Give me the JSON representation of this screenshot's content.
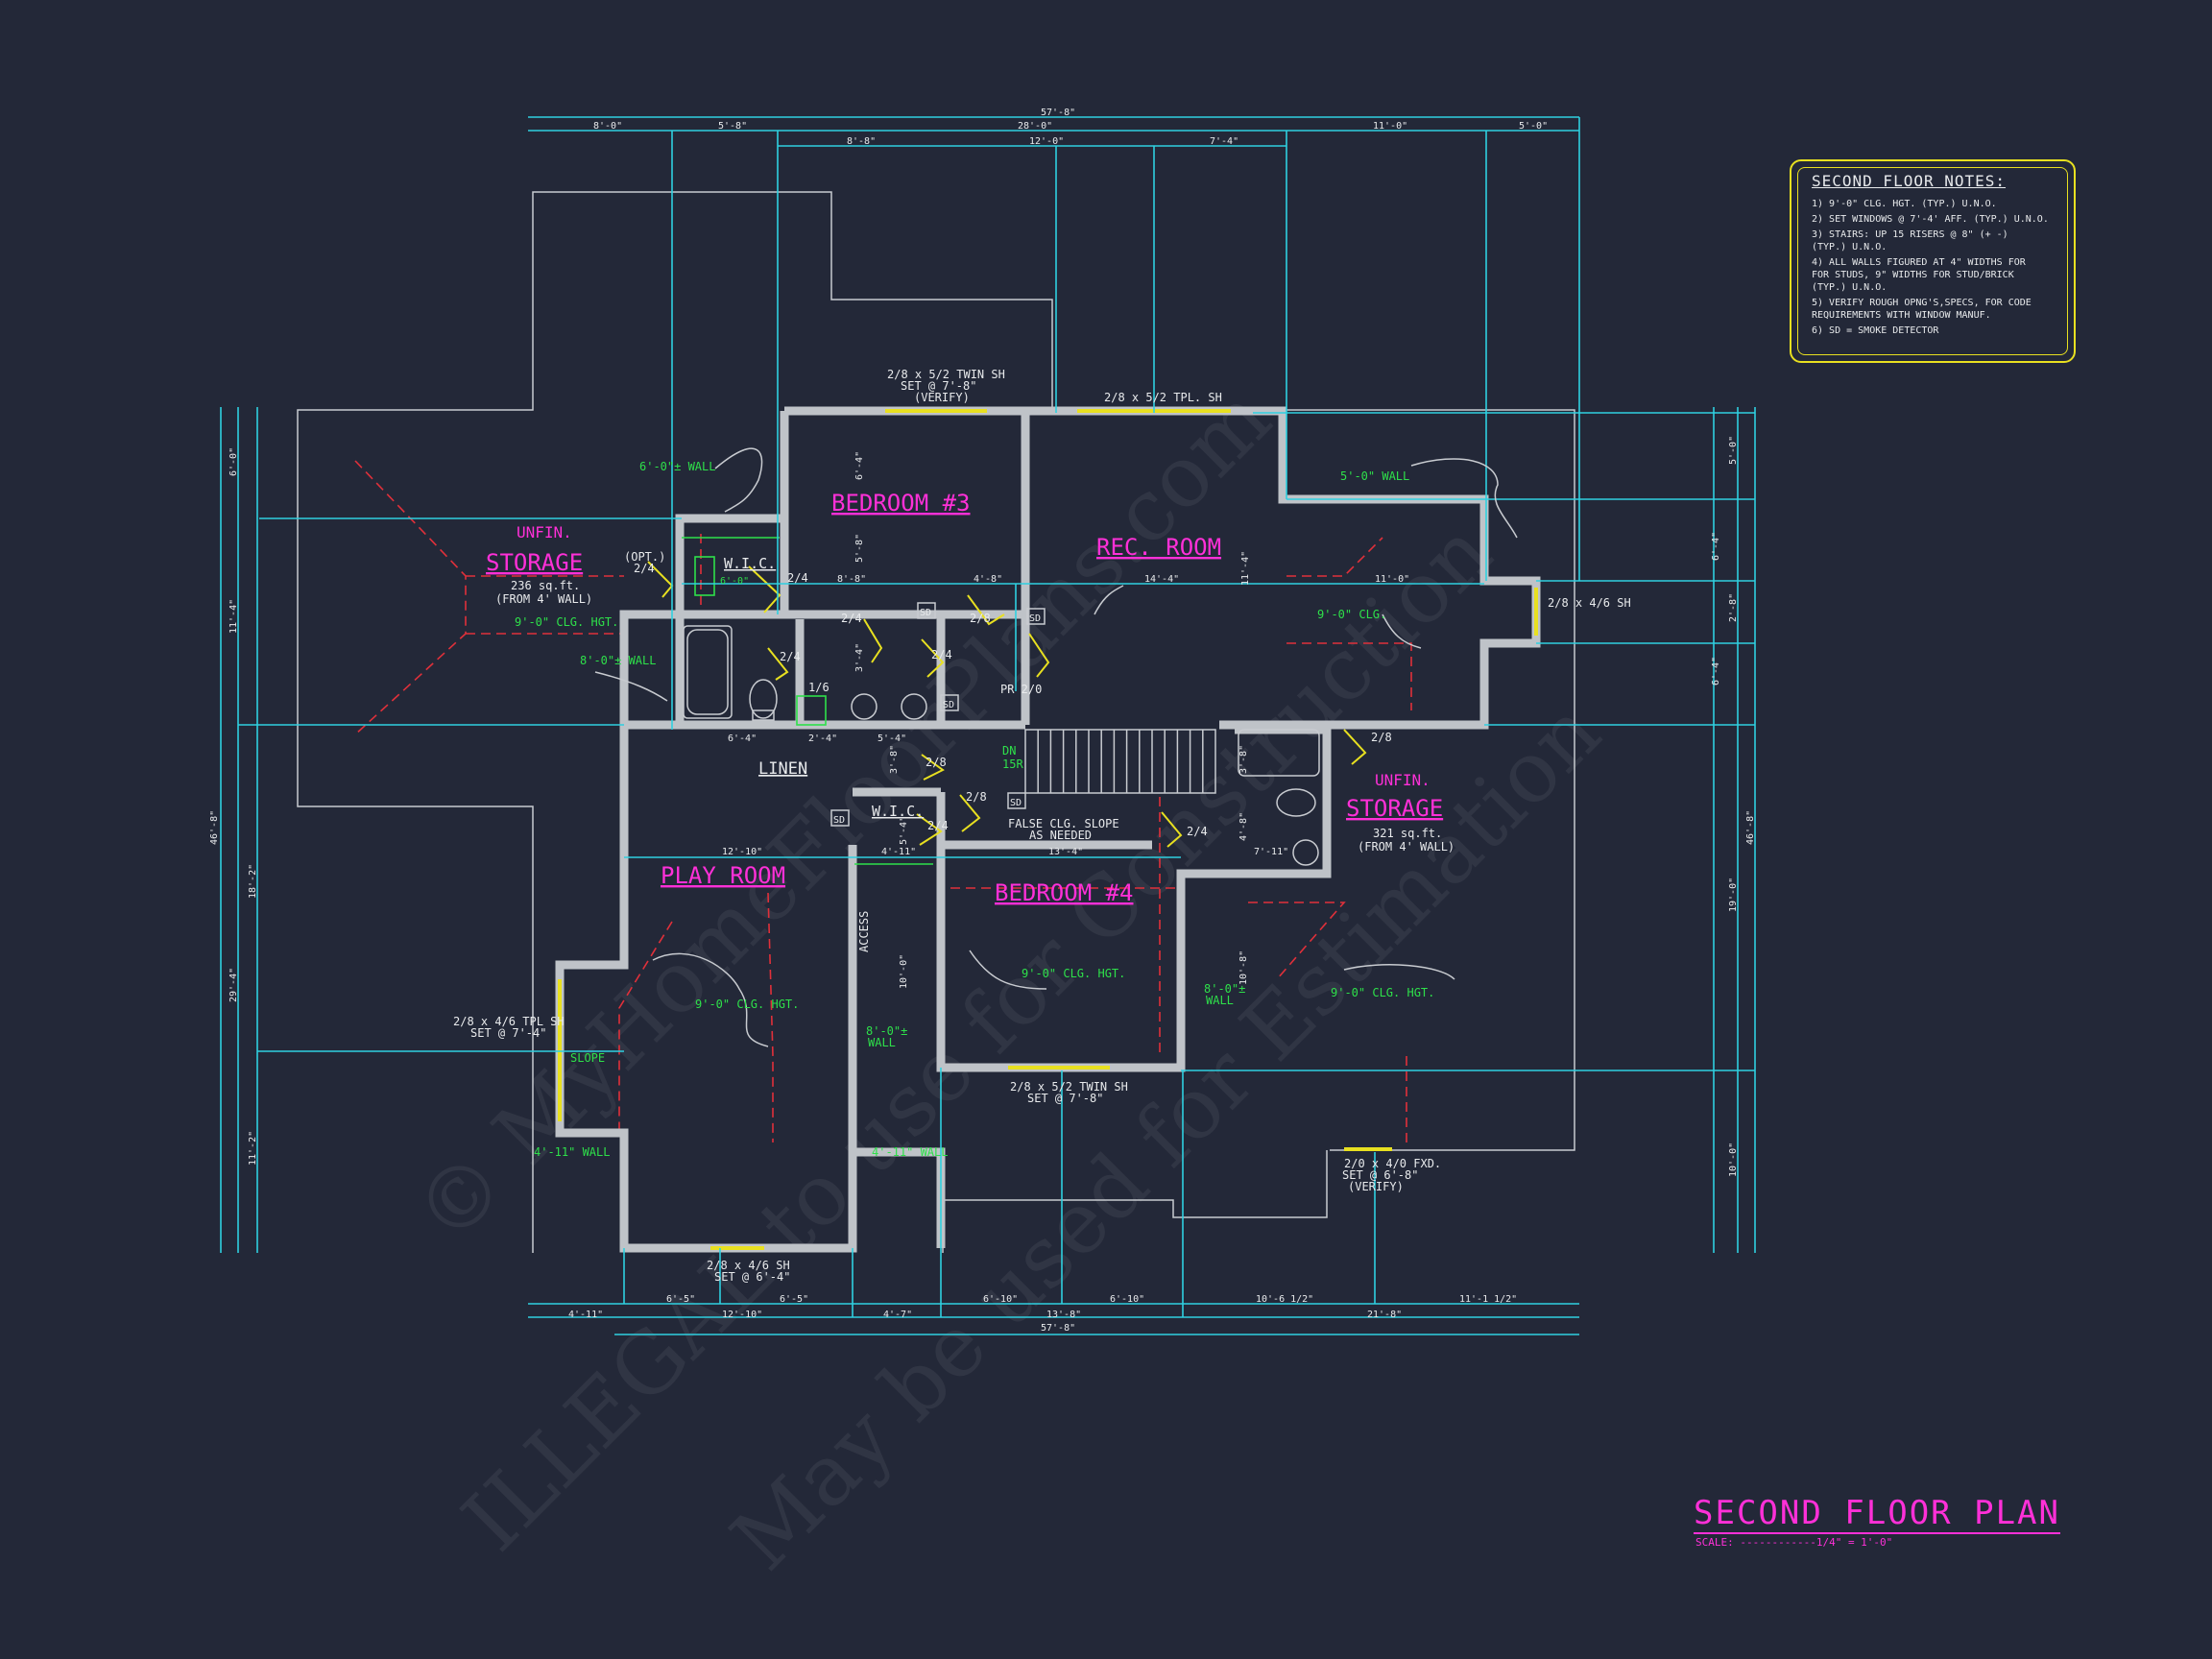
{
  "rooms": {
    "bedroom3": "BEDROOM #3",
    "rec_room": "REC. ROOM",
    "play_room": "PLAY ROOM",
    "bedroom4": "BEDROOM #4",
    "storage_left_top": "UNFIN.",
    "storage_left": "STORAGE",
    "storage_left_area": "236 sq.ft.",
    "storage_left_from": "(FROM 4' WALL)",
    "storage_right_top": "UNFIN.",
    "storage_right": "STORAGE",
    "storage_right_area": "321 sq.ft.",
    "storage_right_from": "(FROM 4' WALL)",
    "wic1": "W.I.C.",
    "wic2": "W.I.C.",
    "linen": "LINEN",
    "access": "ACCESS"
  },
  "labels": {
    "win_b3": "2/8 x 5/2 TWIN SH",
    "win_b3_set": "SET @ 7'-8\"",
    "win_b3_verify": "(VERIFY)",
    "win_rec": "2/8 x 5/2 TPL. SH",
    "win_rec_right": "2/8 x 4/6 SH",
    "win_play_left": "2/8 x 4/6 TPL SH",
    "win_play_left_set": "SET @ 7'-4\"",
    "win_play_bottom": "2/8 x 4/6 SH",
    "win_play_bottom_set": "SET @ 6'-4\"",
    "win_b4": "2/8 x 5/2 TWIN SH",
    "win_b4_set": "SET @ 7'-8\"",
    "win_fxd": "2/0 x 4/0 FXD.",
    "win_fxd_set": "SET @ 6'-8\"",
    "win_fxd_verify": "(VERIFY)",
    "opt": "(OPT.)",
    "opt_door": "2/4",
    "false_clg": "FALSE CLG. SLOPE",
    "as_needed": "AS NEEDED",
    "slope": "SLOPE",
    "pr": "PR 2/0",
    "dn": "DN",
    "risers": "15R",
    "sd": "SD"
  },
  "green_notes": {
    "wall6": "6'-0\"± WALL",
    "wall5": "5'-0\" WALL",
    "clg9_left": "9'-0\" CLG. HGT.",
    "clg9_rec": "9'-0\" CLG.",
    "wall8_left": "8'-0\"± WALL",
    "clg9_play": "9'-0\" CLG. HGT.",
    "clg9_b4": "9'-0\" CLG. HGT.",
    "clg9_right": "9'-0\" CLG. HGT.",
    "wall8_a": "8'-0\"±",
    "wall8_a2": "WALL",
    "wall8_b": "8'-0\"±",
    "wall8_b2": "WALL",
    "wall4_11_left": "4'-11\" WALL",
    "wall4_11_mid": "4'-11\" WALL"
  },
  "doors": [
    "2/4",
    "2/4",
    "2/4",
    "2/8",
    "2/4",
    "2/8",
    "1/6",
    "2/4",
    "2/8",
    "2/8",
    "2/8",
    "2/4"
  ],
  "dims_top": {
    "overall": "57'-8\"",
    "d1": "8'-0\"",
    "d2": "5'-8\"",
    "d3": "28'-0\"",
    "d4": "11'-0\"",
    "d5": "5'-0\"",
    "d6": "8'-8\"",
    "d7": "12'-0\"",
    "d8": "7'-4\""
  },
  "dims_bottom": {
    "overall": "57'-8\"",
    "b1": "4'-11\"",
    "b2": "12'-10\"",
    "b3": "4'-7\"",
    "b4": "13'-8\"",
    "b5": "21'-8\"",
    "b6": "6'-5\"",
    "b7": "6'-5\"",
    "b8": "6'-10\"",
    "b9": "6'-10\"",
    "b10": "10'-6 1/2\"",
    "b11": "11'-1 1/2\""
  },
  "dims_left": {
    "l1": "6'-0\"",
    "l2": "11'-4\"",
    "l3": "46'-8\"",
    "l4": "18'-2\"",
    "l5": "29'-4\"",
    "l6": "11'-2\""
  },
  "dims_right": {
    "r1": "5'-0\"",
    "r2": "6'-4\"",
    "r3": "2'-8\"",
    "r4": "6'-4\"",
    "r5": "46'-8\"",
    "r6": "19'-0\"",
    "r7": "10'-0\""
  },
  "dims_inner": {
    "i1": "6'-0\"",
    "i2": "8'-8\"",
    "i3": "4'-8\"",
    "i4": "14'-4\"",
    "i5": "11'-0\"",
    "i6": "6'-4\"",
    "i7": "2'-4\"",
    "i8": "5'-4\"",
    "i9": "12'-10\"",
    "i10": "13'-4\"",
    "i11": "4'-11\"",
    "i12": "7'-11\"",
    "v1": "6'-4\"",
    "v2": "5'-8\"",
    "v3": "11'-4\"",
    "v4": "3'-8\"",
    "v5": "3'-8\"",
    "v6": "4'-8\"",
    "v7": "10'-8\"",
    "v8": "10'-0\"",
    "v9": "5'-4\"",
    "v10": "3'-4\""
  },
  "notes": {
    "title": "SECOND FLOOR NOTES:",
    "items": [
      "1) 9'-0\" CLG. HGT. (TYP.) U.N.O.",
      "2) SET WINDOWS @ 7'-4' AFF. (TYP.) U.N.O.",
      "3) STAIRS: UP 15 RISERS @ 8\" (+ -)\n   (TYP.) U.N.O.",
      "4) ALL WALLS FIGURED AT 4\" WIDTHS FOR\n   FOR STUDS, 9\" WIDTHS FOR STUD/BRICK\n   (TYP.) U.N.O.",
      "5) VERIFY ROUGH OPNG'S,SPECS, FOR CODE\n   REQUIREMENTS WITH WINDOW MANUF.",
      "6) SD = SMOKE DETECTOR"
    ]
  },
  "plan_title": "SECOND FLOOR PLAN",
  "plan_scale": "SCALE: ------------1/4\" = 1'-0\"",
  "watermarks": [
    "© MyHomeFloorPlans.com",
    "ILLEGAL to use for Construction",
    "May be used for Estimation"
  ]
}
